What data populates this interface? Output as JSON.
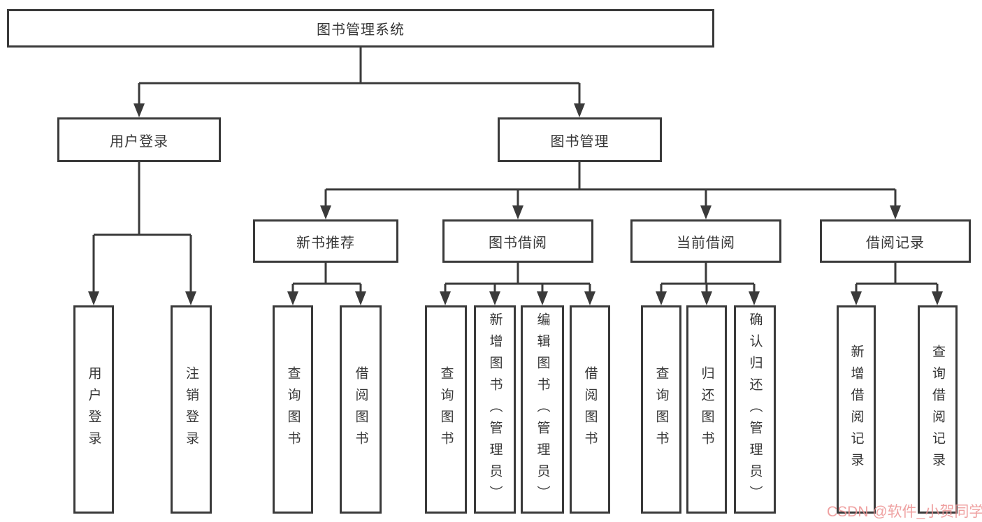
{
  "diagram": {
    "type": "hierarchy-tree",
    "root": {
      "id": "library-system",
      "label": "图书管理系统"
    },
    "level2": [
      {
        "id": "user-login",
        "label": "用户登录",
        "parent": "library-system"
      },
      {
        "id": "book-management",
        "label": "图书管理",
        "parent": "library-system"
      }
    ],
    "level3": [
      {
        "id": "new-book-recommend",
        "label": "新书推荐",
        "parent": "book-management"
      },
      {
        "id": "book-borrowing",
        "label": "图书借阅",
        "parent": "book-management"
      },
      {
        "id": "current-borrowing",
        "label": "当前借阅",
        "parent": "book-management"
      },
      {
        "id": "borrowing-records",
        "label": "借阅记录",
        "parent": "book-management"
      }
    ],
    "leaves": [
      {
        "label": "用户登录",
        "parent": "user-login"
      },
      {
        "label": "注销登录",
        "parent": "user-login"
      },
      {
        "label": "查询图书",
        "parent": "new-book-recommend"
      },
      {
        "label": "借阅图书",
        "parent": "new-book-recommend"
      },
      {
        "label": "查询图书",
        "parent": "book-borrowing"
      },
      {
        "label": "新增图书（管理员）",
        "parent": "book-borrowing"
      },
      {
        "label": "编辑图书（管理员）",
        "parent": "book-borrowing"
      },
      {
        "label": "借阅图书",
        "parent": "book-borrowing"
      },
      {
        "label": "查询图书",
        "parent": "current-borrowing"
      },
      {
        "label": "归还图书",
        "parent": "current-borrowing"
      },
      {
        "label": "确认归还（管理员）",
        "parent": "current-borrowing"
      },
      {
        "label": "新增借阅记录",
        "parent": "borrowing-records"
      },
      {
        "label": "查询借阅记录",
        "parent": "borrowing-records"
      }
    ]
  },
  "watermark": {
    "text": "CSDN @软件_小贺同学",
    "color": "#ec9191"
  },
  "colors": {
    "line": "#3a3a3a",
    "box_border": "#3a3a3a",
    "box_background": "#ffffff",
    "text": "#363636",
    "page_background": "#ffffff"
  }
}
